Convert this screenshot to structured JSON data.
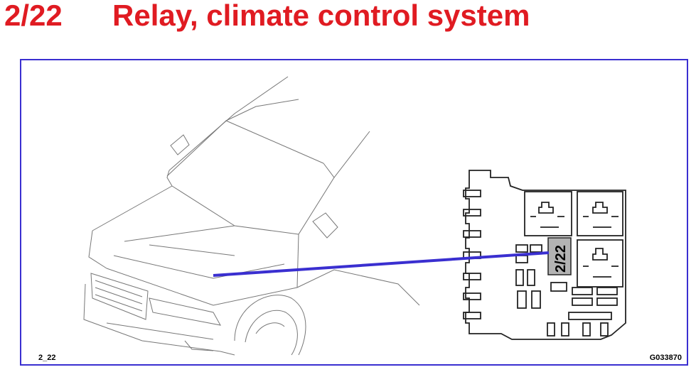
{
  "header": {
    "code": "2/22",
    "title": "Relay, climate control system"
  },
  "diagram": {
    "relay_label": "2/22",
    "footer_left": "2_22",
    "footer_right": "G033870"
  },
  "colors": {
    "title": "#e01b22",
    "frame": "#3a2fd0",
    "pointer_line": "#3a2fd0",
    "relay_highlight": "#b3b3b3",
    "line_art": "#777777",
    "fuse_box": "#222222"
  },
  "icons": [
    "car-line-art-icon",
    "fuse-box-icon"
  ]
}
